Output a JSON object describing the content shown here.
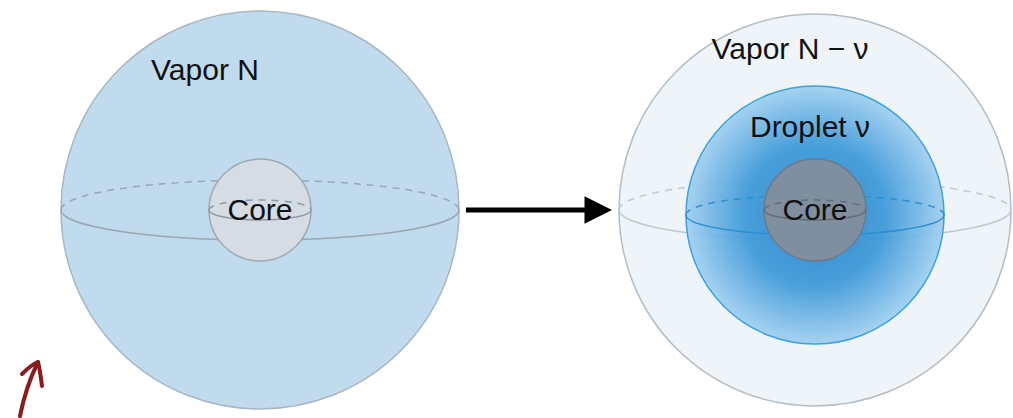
{
  "diagram": {
    "nodes": [
      {
        "text": [
          "Vapor N"
        ]
      },
      {
        "text": [
          "Core"
        ],
        "in": 0
      },
      {
        "text": [
          "Vapor N − ν"
        ]
      },
      {
        "text": [
          "Droplet ν"
        ],
        "in": 2
      },
      {
        "text": [
          "Core"
        ],
        "in": 3
      }
    ],
    "edges": [
      {
        "from": 0,
        "to": 2,
        "arrow": "to"
      }
    ]
  }
}
